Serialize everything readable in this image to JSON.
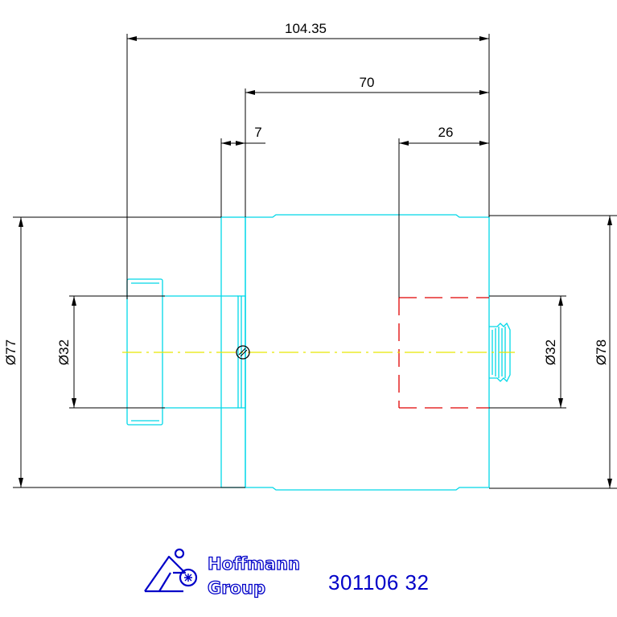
{
  "dimensions": {
    "overall_length": "104.35",
    "body_length": "70",
    "flange_width": "7",
    "thread_length": "26",
    "left_outer_diameter": "Ø77",
    "left_bore_diameter": "Ø32",
    "right_bore_diameter": "Ø32",
    "right_outer_diameter": "Ø78"
  },
  "title_block": {
    "logo_line_1": "Hoffmann",
    "logo_line_2": "Group",
    "part_number": "301106 32"
  },
  "colors": {
    "part_outline": "#00d8e8",
    "dimension_lines": "#000000",
    "hidden_lines": "#e00000",
    "center_line": "#e8e800",
    "logo_and_text": "#0000c8",
    "background": "#ffffff"
  }
}
